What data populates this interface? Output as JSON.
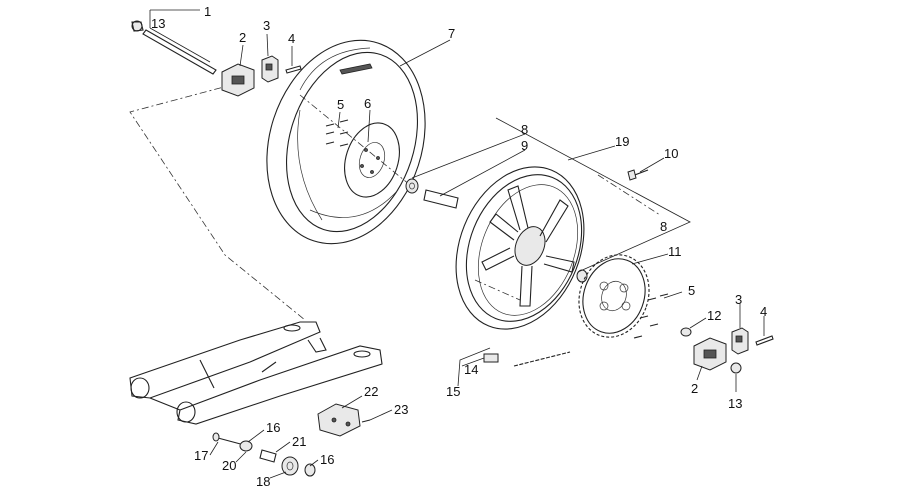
{
  "callouts": [
    {
      "id": "c1",
      "text": "1"
    },
    {
      "id": "c13a",
      "text": "13"
    },
    {
      "id": "c2a",
      "text": "2"
    },
    {
      "id": "c3a",
      "text": "3"
    },
    {
      "id": "c4a",
      "text": "4"
    },
    {
      "id": "c7",
      "text": "7"
    },
    {
      "id": "c5a",
      "text": "5"
    },
    {
      "id": "c6",
      "text": "6"
    },
    {
      "id": "c8a",
      "text": "8"
    },
    {
      "id": "c9",
      "text": "9"
    },
    {
      "id": "c19",
      "text": "19"
    },
    {
      "id": "c10",
      "text": "10"
    },
    {
      "id": "c8b",
      "text": "8"
    },
    {
      "id": "c11",
      "text": "11"
    },
    {
      "id": "c5b",
      "text": "5"
    },
    {
      "id": "c12",
      "text": "12"
    },
    {
      "id": "c3b",
      "text": "3"
    },
    {
      "id": "c4b",
      "text": "4"
    },
    {
      "id": "c2b",
      "text": "2"
    },
    {
      "id": "c13b",
      "text": "13"
    },
    {
      "id": "c14",
      "text": "14"
    },
    {
      "id": "c15",
      "text": "15"
    },
    {
      "id": "c22",
      "text": "22"
    },
    {
      "id": "c23",
      "text": "23"
    },
    {
      "id": "c16a",
      "text": "16"
    },
    {
      "id": "c17",
      "text": "17"
    },
    {
      "id": "c21",
      "text": "21"
    },
    {
      "id": "c20",
      "text": "20"
    },
    {
      "id": "c16b",
      "text": "16"
    },
    {
      "id": "c18",
      "text": "18"
    }
  ]
}
